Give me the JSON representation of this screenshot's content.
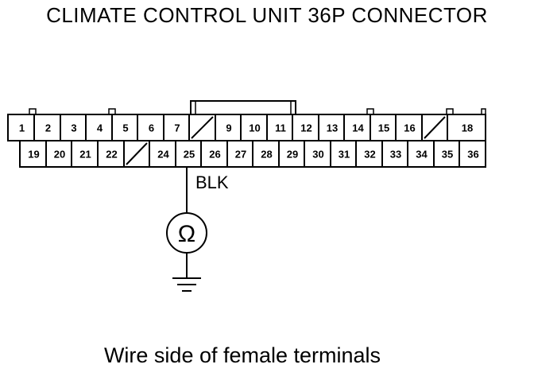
{
  "title": "CLIMATE CONTROL UNIT 36P CONNECTOR",
  "caption": "Wire side of female terminals",
  "wire_color_label": "BLK",
  "meter_symbol": "Ω",
  "meter_icon": "ohmmeter-icon",
  "ground_icon": "ground-icon",
  "probed_terminal": "25",
  "connector": {
    "top_row": [
      "1",
      "2",
      "3",
      "4",
      "5",
      "6",
      "7",
      "",
      "9",
      "10",
      "11",
      "12",
      "13",
      "14",
      "15",
      "16",
      "",
      "18"
    ],
    "bottom_row": [
      "19",
      "20",
      "21",
      "22",
      "",
      "24",
      "25",
      "26",
      "27",
      "28",
      "29",
      "30",
      "31",
      "32",
      "33",
      "34",
      "35",
      "36"
    ],
    "empty_cavities": [
      "8",
      "17",
      "23"
    ]
  }
}
